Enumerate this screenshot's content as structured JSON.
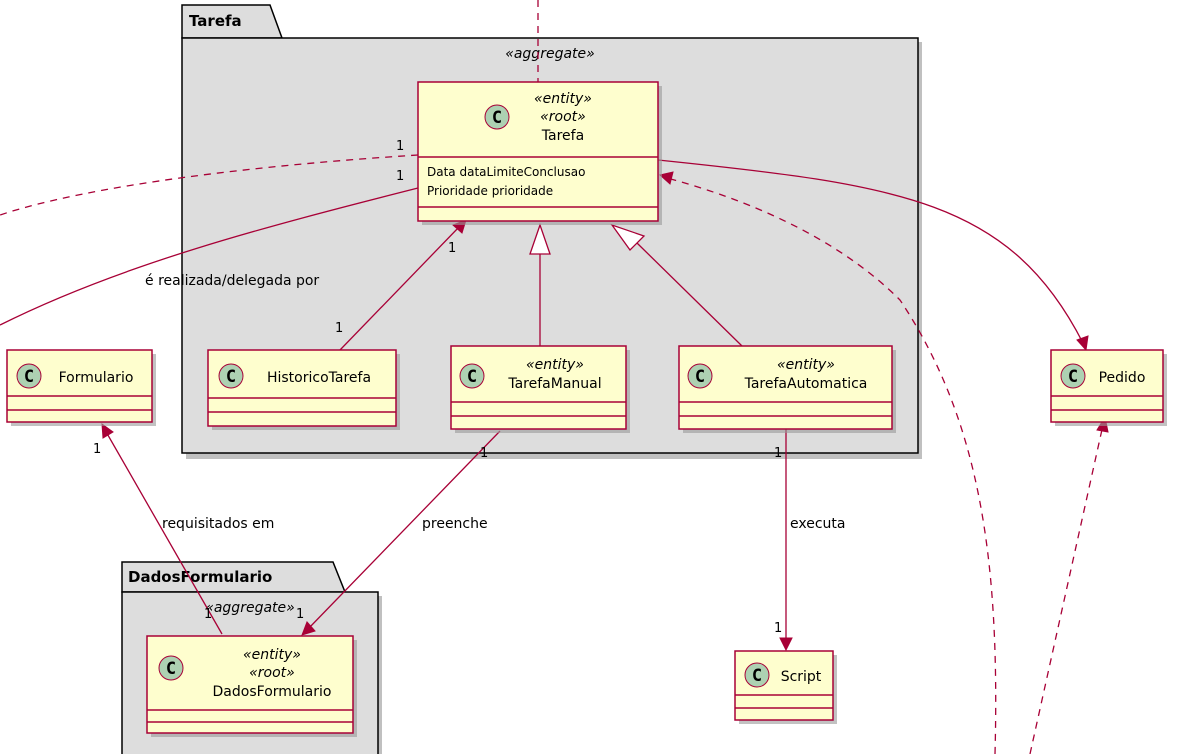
{
  "packages": {
    "tarefa": {
      "title": "Tarefa",
      "stereotype": "«aggregate»"
    },
    "dados_formulario": {
      "title": "DadosFormulario",
      "stereotype": "«aggregate»"
    }
  },
  "classes": {
    "tarefa": {
      "glyph": "C",
      "stereotypes": [
        "«entity»",
        "«root»"
      ],
      "name": "Tarefa",
      "attributes": [
        "Data dataLimiteConclusao",
        "Prioridade prioridade"
      ]
    },
    "historico_tarefa": {
      "glyph": "C",
      "name": "HistoricoTarefa"
    },
    "tarefa_manual": {
      "glyph": "C",
      "stereotypes": [
        "«entity»"
      ],
      "name": "TarefaManual"
    },
    "tarefa_automatica": {
      "glyph": "C",
      "stereotypes": [
        "«entity»"
      ],
      "name": "TarefaAutomatica"
    },
    "formulario": {
      "glyph": "C",
      "name": "Formulario"
    },
    "pedido": {
      "glyph": "C",
      "name": "Pedido"
    },
    "dados_formulario": {
      "glyph": "C",
      "stereotypes": [
        "«entity»",
        "«root»"
      ],
      "name": "DadosFormulario"
    },
    "script": {
      "glyph": "C",
      "name": "Script"
    }
  },
  "relations": {
    "realizada_label": "é realizada/delegada por",
    "requisitados_label": "requisitados em",
    "preenche_label": "preenche",
    "executa_label": "executa"
  },
  "multiplicities": {
    "tarefa_dashed": "1",
    "tarefa_realizada": "1",
    "tarefa_historico_top": "1",
    "historico_bottom": "1",
    "formulario_bottom": "1",
    "tarefa_manual_bottom": "1",
    "dados_left": "1",
    "dados_right": "1",
    "tarefa_automatica_bottom": "1",
    "script_top": "1"
  },
  "colors": {
    "class_fill": "#fefece",
    "class_border": "#a80036",
    "package_fill": "#dddddd",
    "class_icon": "#add1b2"
  }
}
